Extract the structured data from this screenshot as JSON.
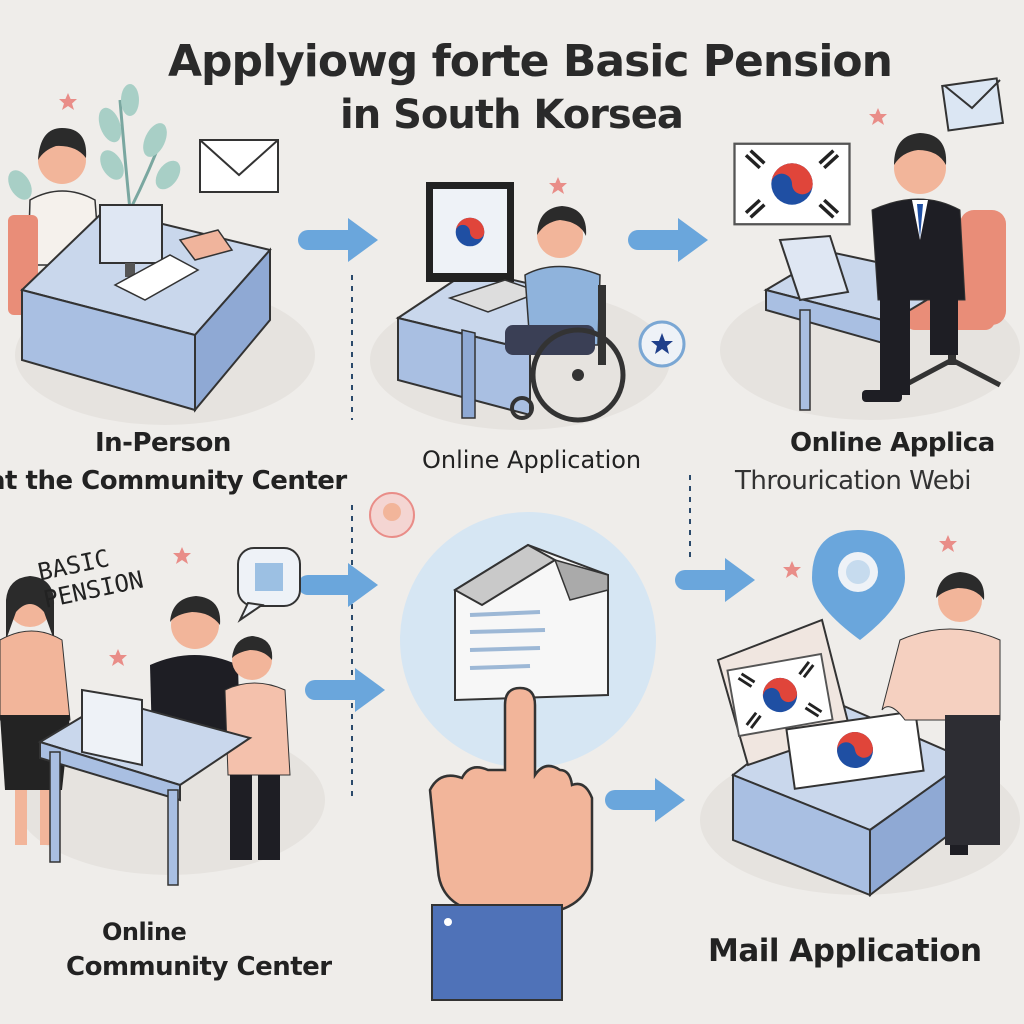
{
  "title": {
    "line1": "Applyiowg forte Basic Pension",
    "line2": "in South Korsea"
  },
  "panels": {
    "top_left": {
      "line1": "In-Person",
      "line2": "at the Community Center"
    },
    "top_middle": {
      "line1": "Online Application"
    },
    "top_right": {
      "line1": "Online Applica",
      "line2": "Throurication Webi"
    },
    "bottom_left": {
      "line1": "Online",
      "line2": "Community Center"
    },
    "bottom_right": {
      "line1": "Mail Application"
    }
  },
  "sign_text": {
    "line1": "Basic",
    "line2": "Pension"
  },
  "colors": {
    "background": "#efedea",
    "accent_blue": "#5b9bd5",
    "desk_blue": "#b7c9e6",
    "flag_red": "#e0453a",
    "flag_blue": "#1f4fa3",
    "skin": "#f2b59a",
    "chair_coral": "#e98d78"
  },
  "icons": [
    "envelope-icon",
    "star-icon",
    "location-pin-icon",
    "house-document-icon",
    "pointing-hand-icon",
    "arrow-right-icon",
    "korean-flag-icon"
  ]
}
